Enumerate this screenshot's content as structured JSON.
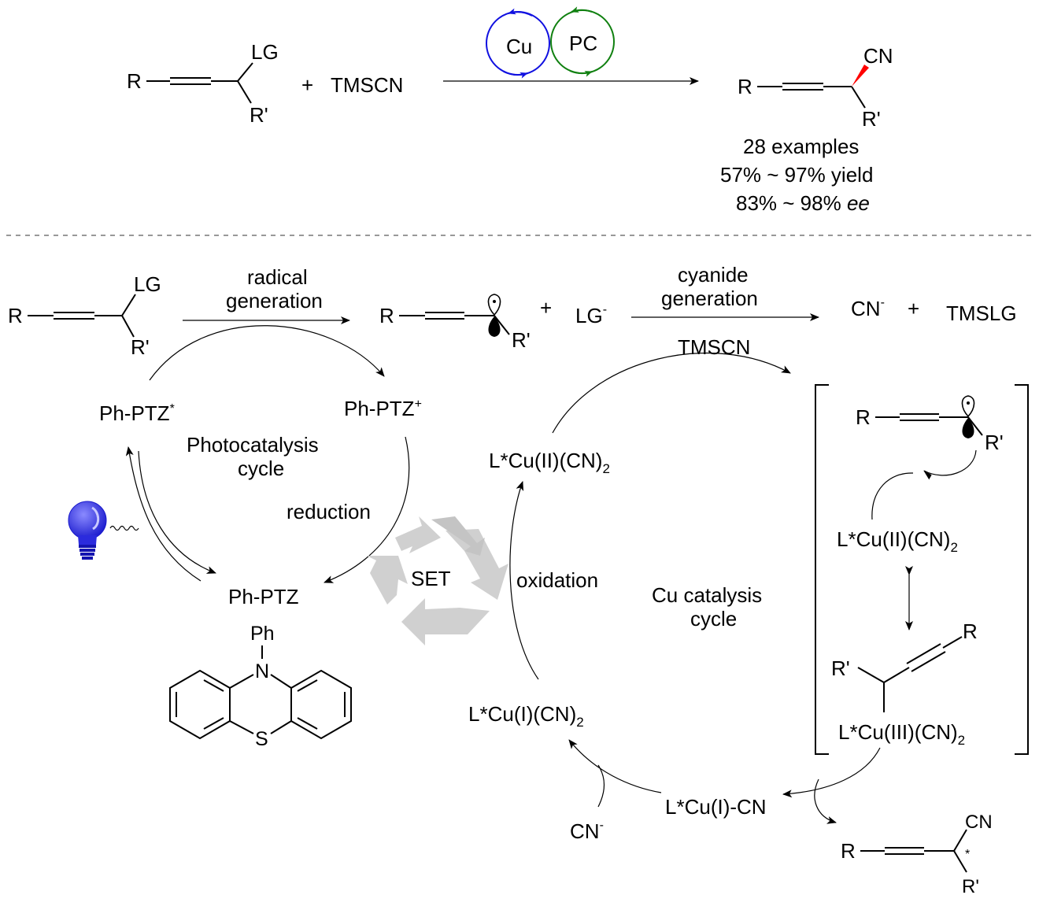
{
  "scheme": {
    "substrate": {
      "r": "R",
      "lg": "LG",
      "r_prime": "R'"
    },
    "plus": "+",
    "reagent": "TMSCN",
    "catalysts": {
      "cu": "Cu",
      "pc": "PC",
      "cu_color": "#1010e0",
      "pc_color": "#108010"
    },
    "product": {
      "r": "R",
      "cn": "CN",
      "r_prime": "R'",
      "stereo_color": "#ff0000"
    },
    "results": {
      "examples": "28 examples",
      "yield": "57% ~ 97% yield",
      "ee_value": "83% ~ 98%",
      "ee_label": "ee"
    }
  },
  "mechanism": {
    "start": {
      "r": "R",
      "lg": "LG",
      "r_prime": "R'"
    },
    "step_radical": {
      "line1": "radical",
      "line2": "generation"
    },
    "radical": {
      "r": "R",
      "r_prime": "R'"
    },
    "plus1": "+",
    "lg_anion": {
      "text": "LG",
      "charge": "-"
    },
    "step_cyanide": {
      "line1": "cyanide",
      "line2": "generation"
    },
    "cn_anion": {
      "text": "CN",
      "charge": "-"
    },
    "plus2": "+",
    "tmslg": "TMSLG",
    "tmscn": "TMSCN",
    "photocycle": {
      "ph_ptz_star": {
        "text": "Ph-PTZ",
        "sup": "*"
      },
      "ph_ptz_plus": {
        "text": "Ph-PTZ",
        "sup": "+"
      },
      "title_line1": "Photocatalysis",
      "title_line2": "cycle",
      "reduction": "reduction",
      "ph_ptz": "Ph-PTZ",
      "structure": {
        "ph": "Ph",
        "n": "N",
        "s": "S"
      }
    },
    "set_label": "SET",
    "cu_cycle": {
      "cu2_top": {
        "text": "L*Cu(II)(CN)",
        "sub": "2"
      },
      "oxidation": "oxidation",
      "title_line1": "Cu catalysis",
      "title_line2": "cycle",
      "cu1": {
        "text": "L*Cu(I)(CN)",
        "sub": "2"
      },
      "cu1_cn": "L*Cu(I)-CN",
      "cn_minus": {
        "text": "CN",
        "charge": "-"
      }
    },
    "bracket": {
      "radical": {
        "r": "R",
        "r_prime": "R'"
      },
      "cu2": {
        "text": "L*Cu(II)(CN)",
        "sub": "2"
      },
      "cu3_complex": {
        "r": "R",
        "r_prime": "R'",
        "text": "L*Cu(III)(CN)",
        "sub": "2"
      }
    },
    "final_product": {
      "r": "R",
      "cn": "CN",
      "r_prime": "R'",
      "star": "*"
    }
  }
}
